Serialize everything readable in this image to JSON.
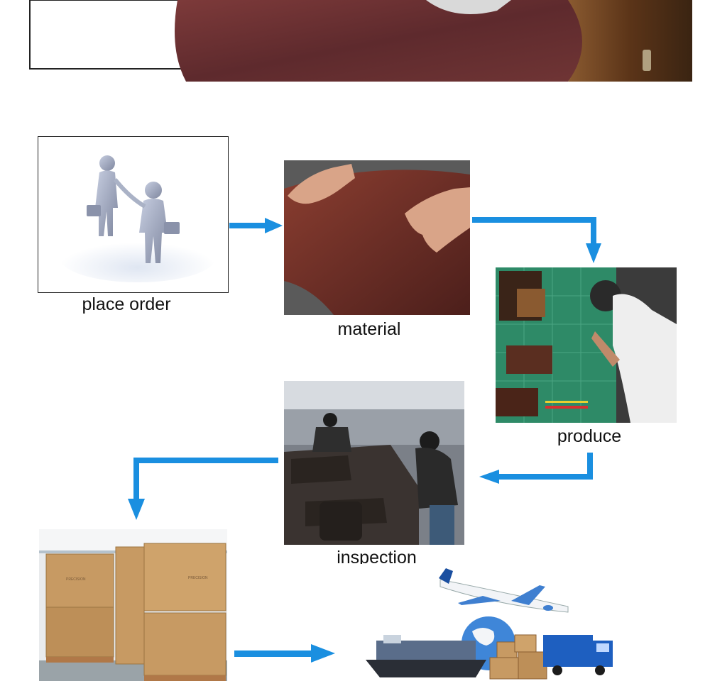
{
  "steps": {
    "place_order": "place order",
    "material": "material",
    "produce": "produce",
    "inspection": "inspection"
  },
  "colors": {
    "arrow": "#1a8fe0",
    "leather": "#6b2e26",
    "cardboard": "#c79a63",
    "mat_green": "#2e8a67"
  },
  "box_text": "PRECISION"
}
